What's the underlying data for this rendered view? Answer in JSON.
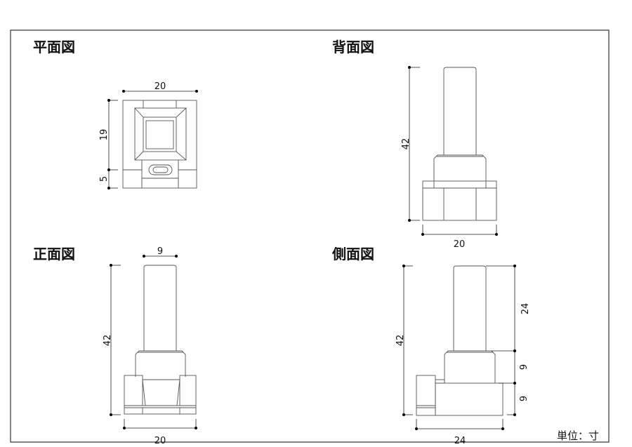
{
  "views": {
    "plan": {
      "title": "平面図",
      "width": "20",
      "height_upper": "19",
      "height_lower": "5"
    },
    "back": {
      "title": "背面図",
      "height": "42",
      "width": "20"
    },
    "front": {
      "title": "正面図",
      "shaft_width": "9",
      "height": "42",
      "width": "20"
    },
    "side": {
      "title": "側面図",
      "height": "42",
      "shaft_height": "24",
      "collar_height": "9",
      "base_height": "9",
      "width": "24"
    }
  },
  "unit_label": "単位：寸"
}
